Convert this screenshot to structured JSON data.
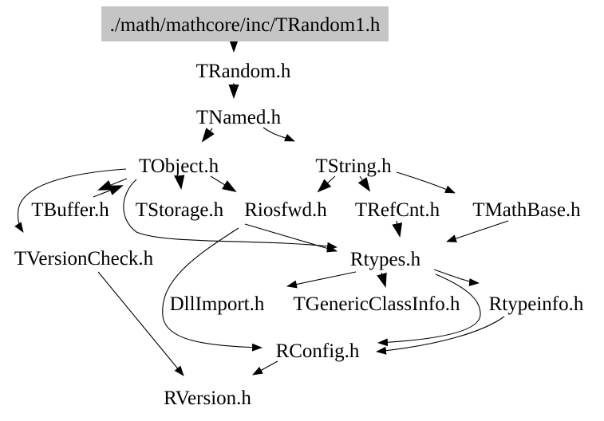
{
  "graph": {
    "kind": "include-dependency-graph",
    "highlight_fill": "#c5c5c5",
    "line_color": "#000000",
    "background": "#ffffff",
    "nodes": [
      {
        "id": "trandom1",
        "label": "./math/mathcore/inc/TRandom1.h",
        "highlighted": true
      },
      {
        "id": "trandom",
        "label": "TRandom.h"
      },
      {
        "id": "tnamed",
        "label": "TNamed.h"
      },
      {
        "id": "tobject",
        "label": "TObject.h"
      },
      {
        "id": "tstring",
        "label": "TString.h"
      },
      {
        "id": "tbuffer",
        "label": "TBuffer.h"
      },
      {
        "id": "tstorage",
        "label": "TStorage.h"
      },
      {
        "id": "riosfwd",
        "label": "Riosfwd.h"
      },
      {
        "id": "trefcnt",
        "label": "TRefCnt.h"
      },
      {
        "id": "tmathbase",
        "label": "TMathBase.h"
      },
      {
        "id": "tversioncheck",
        "label": "TVersionCheck.h"
      },
      {
        "id": "rtypes",
        "label": "Rtypes.h"
      },
      {
        "id": "dllimport",
        "label": "DllImport.h"
      },
      {
        "id": "tgenericclassinfo",
        "label": "TGenericClassInfo.h"
      },
      {
        "id": "rtypeinfo",
        "label": "Rtypeinfo.h"
      },
      {
        "id": "rconfig",
        "label": "RConfig.h"
      },
      {
        "id": "rversion",
        "label": "RVersion.h"
      }
    ],
    "edges": [
      {
        "from": "trandom1",
        "to": "trandom"
      },
      {
        "from": "trandom",
        "to": "tnamed"
      },
      {
        "from": "tnamed",
        "to": "tobject"
      },
      {
        "from": "tnamed",
        "to": "tstring"
      },
      {
        "from": "tobject",
        "to": "tstorage"
      },
      {
        "from": "tobject",
        "to": "riosfwd"
      },
      {
        "from": "tobject",
        "to": "tbuffer"
      },
      {
        "from": "tbuffer",
        "to": "tobject"
      },
      {
        "from": "tobject",
        "to": "tversioncheck"
      },
      {
        "from": "tobject",
        "to": "rtypes"
      },
      {
        "from": "tstring",
        "to": "riosfwd"
      },
      {
        "from": "tstring",
        "to": "trefcnt"
      },
      {
        "from": "tstring",
        "to": "tmathbase"
      },
      {
        "from": "trefcnt",
        "to": "rtypes"
      },
      {
        "from": "tmathbase",
        "to": "rtypes"
      },
      {
        "from": "riosfwd",
        "to": "rtypes"
      },
      {
        "from": "riosfwd",
        "to": "rconfig"
      },
      {
        "from": "rtypes",
        "to": "dllimport"
      },
      {
        "from": "rtypes",
        "to": "tgenericclassinfo"
      },
      {
        "from": "rtypes",
        "to": "rtypeinfo"
      },
      {
        "from": "rtypes",
        "to": "rconfig"
      },
      {
        "from": "rtypeinfo",
        "to": "rconfig"
      },
      {
        "from": "rconfig",
        "to": "rversion"
      },
      {
        "from": "tversioncheck",
        "to": "rversion"
      }
    ]
  }
}
